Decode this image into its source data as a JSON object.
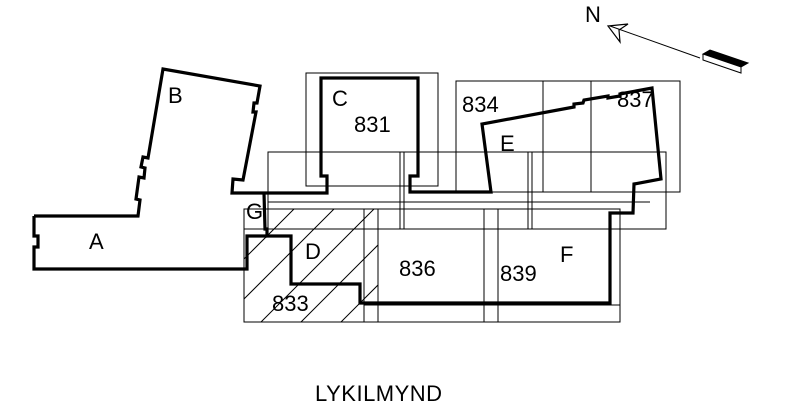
{
  "north": {
    "label": "N"
  },
  "buildings": {
    "A": "A",
    "B": "B",
    "C": "C",
    "D": "D",
    "E": "E",
    "F": "F",
    "G": "G"
  },
  "sections": {
    "s831": "831",
    "s833": "833",
    "s834": "834",
    "s836": "836",
    "s837": "837",
    "s839": "839"
  },
  "title": "LYKILMYND"
}
